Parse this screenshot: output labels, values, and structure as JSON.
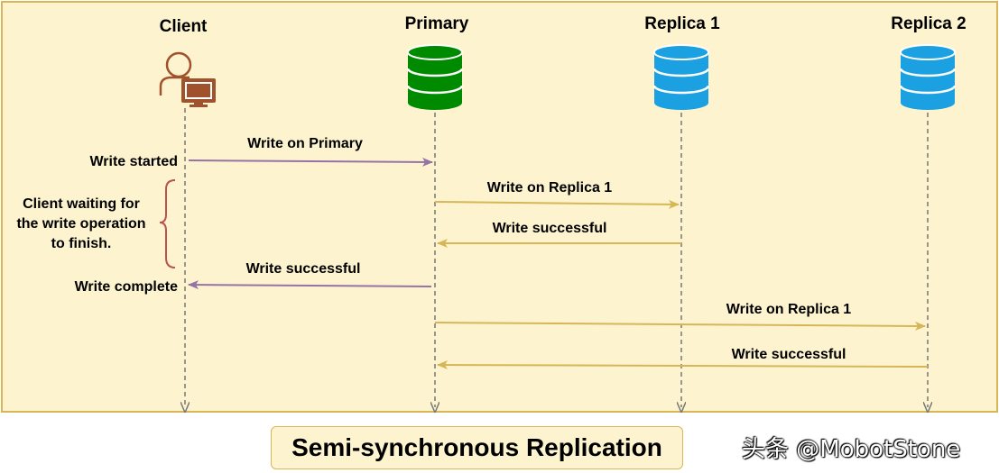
{
  "actors": [
    {
      "id": "client",
      "label": "Client"
    },
    {
      "id": "primary",
      "label": "Primary"
    },
    {
      "id": "replica1",
      "label": "Replica 1"
    },
    {
      "id": "replica2",
      "label": "Replica 2"
    }
  ],
  "messages": [
    {
      "from": "client",
      "to": "primary",
      "label": "Write on Primary",
      "color": "#9673a6"
    },
    {
      "from": "primary",
      "to": "replica1",
      "label": "Write on Replica 1",
      "color": "#d6b656"
    },
    {
      "from": "replica1",
      "to": "primary",
      "label": "Write successful",
      "color": "#d6b656"
    },
    {
      "from": "primary",
      "to": "client",
      "label": "Write successful",
      "color": "#9673a6"
    },
    {
      "from": "primary",
      "to": "replica2",
      "label": "Write on Replica 1",
      "color": "#d6b656"
    },
    {
      "from": "replica2",
      "to": "primary",
      "label": "Write successful",
      "color": "#d6b656"
    }
  ],
  "side_notes": {
    "write_started": "Write started",
    "waiting": [
      "Client waiting for",
      "the write operation",
      "to finish."
    ],
    "write_complete": "Write complete"
  },
  "colors": {
    "background": "#fdf4cf",
    "border": "#d6b656",
    "primary_db": "#008a00",
    "replica_db": "#1ba1e2",
    "client_icon": "#a0522d",
    "brace": "#b85450"
  },
  "icons": {
    "client": "user-computer-icon",
    "primary": "database-icon",
    "replica": "database-icon"
  },
  "title": "Semi-synchronous Replication",
  "watermark": "头条 @MobotStone"
}
